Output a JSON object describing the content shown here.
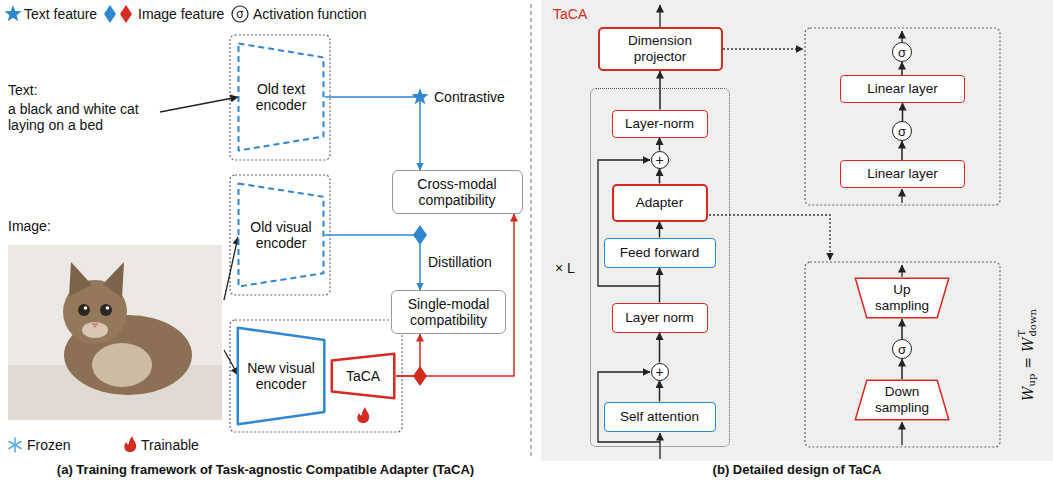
{
  "diagram": {
    "nodes": [
      {
        "text": [
          "Old text encoder"
        ]
      },
      {
        "text": [
          "Old visual encoder"
        ]
      },
      {
        "text": [
          "New visual encoder"
        ]
      },
      {
        "text": [
          "TaCA"
        ]
      },
      {
        "text": [
          "Cross-modal compatibility"
        ]
      },
      {
        "text": [
          "Single-modal compatibility"
        ]
      },
      {
        "text": [
          "TaCA"
        ]
      },
      {
        "text": [
          "Dimension projector"
        ],
        "in": 6
      },
      {
        "text": [
          "× L"
        ],
        "in": 6
      },
      {
        "text": [
          "Layer-norm"
        ],
        "in": 8
      },
      {
        "text": [
          "+"
        ],
        "in": 8
      },
      {
        "text": [
          "Adapter"
        ],
        "in": 8
      },
      {
        "text": [
          "Feed forward"
        ],
        "in": 8
      },
      {
        "text": [
          "Layer norm"
        ],
        "in": 8
      },
      {
        "text": [
          "+"
        ],
        "in": 8
      },
      {
        "text": [
          "Self attention"
        ],
        "in": 8
      },
      {
        "text": [
          "σ"
        ],
        "in": 6
      },
      {
        "text": [
          "Linear layer"
        ],
        "in": 6
      },
      {
        "text": [
          "σ"
        ],
        "in": 6
      },
      {
        "text": [
          "Linear layer"
        ],
        "in": 6
      },
      {
        "text": [
          "Up sampling"
        ],
        "in": 6
      },
      {
        "text": [
          "σ"
        ],
        "in": 6
      },
      {
        "text": [
          "Down sampling"
        ],
        "in": 6
      }
    ],
    "edges": [
      {
        "from": 0,
        "to": 4,
        "arrow": "to"
      },
      {
        "from": 1,
        "to": 5,
        "arrow": "to"
      },
      {
        "from": 3,
        "to": 5,
        "arrow": "to"
      },
      {
        "from": 3,
        "to": 4,
        "arrow": "to"
      },
      {
        "from": 15,
        "to": 14,
        "arrow": "to"
      },
      {
        "from": 14,
        "to": 13,
        "arrow": "to"
      },
      {
        "from": 13,
        "to": 12,
        "arrow": "to"
      },
      {
        "from": 12,
        "to": 11,
        "arrow": "to"
      },
      {
        "from": 11,
        "to": 10,
        "arrow": "to"
      },
      {
        "from": 10,
        "to": 9,
        "arrow": "to"
      },
      {
        "from": 9,
        "to": 7,
        "arrow": "to"
      },
      {
        "from": 19,
        "to": 18,
        "arrow": "to"
      },
      {
        "from": 18,
        "to": 17,
        "arrow": "to"
      },
      {
        "from": 17,
        "to": 16,
        "arrow": "to"
      },
      {
        "from": 22,
        "to": 21,
        "arrow": "to"
      },
      {
        "from": 21,
        "to": 20,
        "arrow": "to"
      }
    ],
    "labels": [
      "Text:",
      "a black and white cat laying on a bed",
      "Image:",
      "Contrastive",
      "Distillation",
      "σ",
      "W",
      "up",
      "=",
      "W",
      "T",
      "down",
      "(a) Training framework of Task-agnostic Compatible Adapter (TaCA)",
      "(b) Detailed design of TaCA"
    ],
    "legend": [
      {
        "text": "Text feature"
      },
      {
        "text": "Image feature"
      },
      {
        "text": "Activation function"
      },
      {
        "text": "Frozen"
      },
      {
        "text": "Trainable"
      }
    ]
  }
}
